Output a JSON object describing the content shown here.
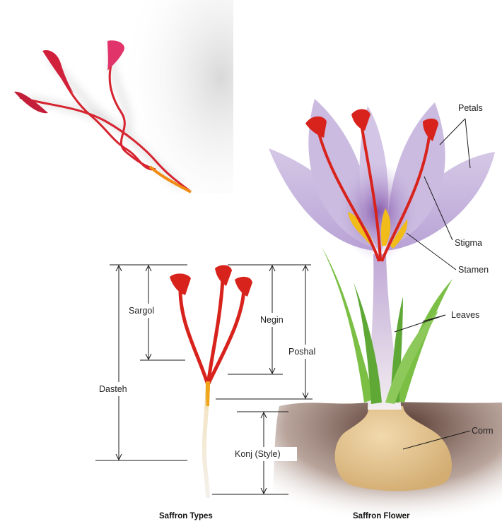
{
  "flower_labels": {
    "petals": "Petals",
    "stigma": "Stigma",
    "stamen": "Stamen",
    "leaves": "Leaves",
    "corm": "Corm"
  },
  "types_labels": {
    "sargol": "Sargol",
    "negin": "Negin",
    "poshal": "Poshal",
    "dasteh": "Dasteh",
    "konj": "Konj (Style)"
  },
  "captions": {
    "types": "Saffron Types",
    "flower": "Saffron Flower"
  },
  "colors": {
    "petal": "#c9b8de",
    "stigma": "#d8231c",
    "stamen": "#f1bc1a",
    "leaf": "#6fb63e",
    "corm": "#e2c291",
    "soil": "#6b4a3e"
  }
}
